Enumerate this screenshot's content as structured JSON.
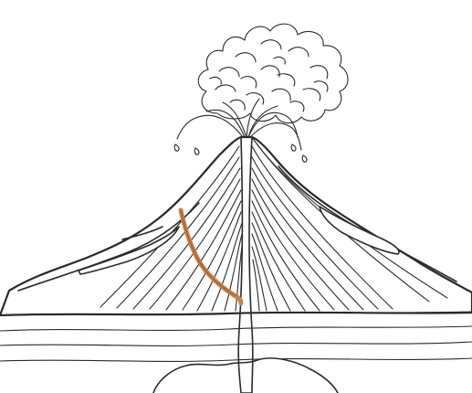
{
  "diagram": {
    "subject": "volcano-cross-section",
    "colors": {
      "background": "#ffffff",
      "ink": "#2a2a2a",
      "dike": "#c8804a"
    },
    "parts": [
      {
        "name": "ash-cloud"
      },
      {
        "name": "lava-bombs"
      },
      {
        "name": "central-vent"
      },
      {
        "name": "strata-layers"
      },
      {
        "name": "side-vent-dike"
      },
      {
        "name": "lava-flows"
      },
      {
        "name": "ground-layers"
      },
      {
        "name": "magma-chamber"
      }
    ]
  }
}
